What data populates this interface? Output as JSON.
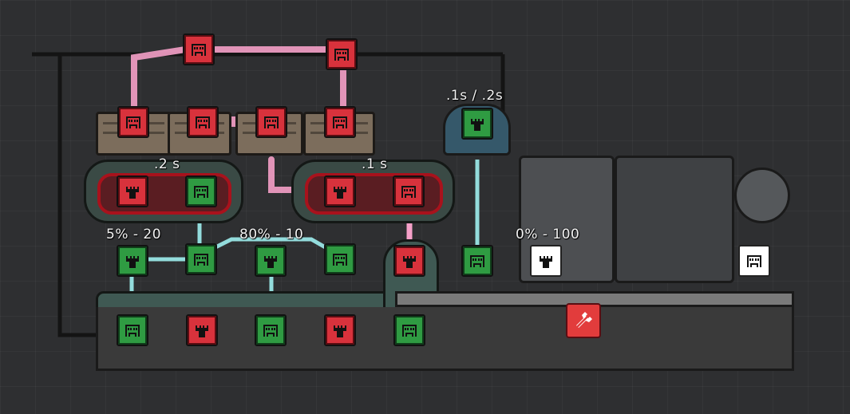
{
  "labels": {
    "timer_left": ".2 s",
    "timer_mid": ".1 s",
    "buffer_top": ".1s / .2s",
    "threshold_1": "5% - 20",
    "threshold_2": "80% - 10",
    "threshold_3": "0% - 100"
  },
  "colors": {
    "signal_red": "#d8323c",
    "signal_green": "#2f9b42",
    "wire_pink": "#f5a0c8",
    "wire_cyan": "#9ff0f0",
    "port_white": "#ffffff",
    "alert_red": "#e23c3c"
  },
  "ports": [
    {
      "id": "top-left",
      "state": "red",
      "icon": "ethernet-port-icon"
    },
    {
      "id": "top-right",
      "state": "red",
      "icon": "ethernet-port-icon"
    },
    {
      "id": "row2-a",
      "state": "red",
      "icon": "ethernet-port-icon"
    },
    {
      "id": "row2-b",
      "state": "red",
      "icon": "ethernet-port-icon"
    },
    {
      "id": "row2-c",
      "state": "red",
      "icon": "ethernet-port-icon"
    },
    {
      "id": "row2-d",
      "state": "red",
      "icon": "ethernet-port-icon"
    },
    {
      "id": "buffer-out",
      "state": "green",
      "icon": "signal-tower-icon"
    },
    {
      "id": "gate1-in",
      "state": "red",
      "icon": "signal-tower-icon"
    },
    {
      "id": "gate1-out",
      "state": "green",
      "icon": "ethernet-port-icon"
    },
    {
      "id": "gate2-in",
      "state": "red",
      "icon": "signal-tower-icon"
    },
    {
      "id": "gate2-out",
      "state": "red",
      "icon": "ethernet-port-icon"
    },
    {
      "id": "sensor1",
      "state": "green",
      "icon": "signal-tower-icon"
    },
    {
      "id": "sensor1-out",
      "state": "green",
      "icon": "ethernet-port-icon"
    },
    {
      "id": "sensor2",
      "state": "green",
      "icon": "signal-tower-icon"
    },
    {
      "id": "sensor2-out",
      "state": "green",
      "icon": "ethernet-port-icon"
    },
    {
      "id": "pump-in",
      "state": "red",
      "icon": "signal-tower-icon"
    },
    {
      "id": "mid-green",
      "state": "green",
      "icon": "ethernet-port-icon"
    },
    {
      "id": "sensor3",
      "state": "white",
      "icon": "signal-tower-icon"
    },
    {
      "id": "far-right",
      "state": "white",
      "icon": "ethernet-port-icon"
    },
    {
      "id": "bot-1",
      "state": "green",
      "icon": "ethernet-port-icon"
    },
    {
      "id": "bot-2",
      "state": "red",
      "icon": "signal-tower-icon"
    },
    {
      "id": "bot-3",
      "state": "green",
      "icon": "ethernet-port-icon"
    },
    {
      "id": "bot-4",
      "state": "red",
      "icon": "signal-tower-icon"
    },
    {
      "id": "bot-5",
      "state": "green",
      "icon": "ethernet-port-icon"
    }
  ],
  "alert": {
    "icon": "broken-wrench-icon"
  }
}
